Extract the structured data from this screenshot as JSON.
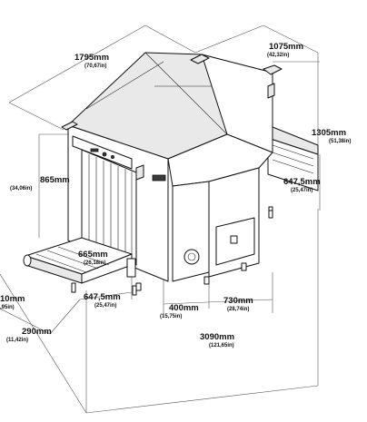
{
  "dimensions": [
    {
      "id": "top-length",
      "mm": "1795mm",
      "inch": "(70,67in)"
    },
    {
      "id": "top-width",
      "mm": "1075mm",
      "inch": "(42,32in)"
    },
    {
      "id": "total-height",
      "mm": "1305mm",
      "inch": "(51,38in)"
    },
    {
      "id": "tunnel-height",
      "mm": "865mm",
      "inch": "(34,06in)"
    },
    {
      "id": "right-conveyor-height",
      "mm": "647,5mm",
      "inch": "(25,47in)"
    },
    {
      "id": "tunnel-width",
      "mm": "665mm",
      "inch": "(26,18in)"
    },
    {
      "id": "left-cut",
      "mm": "10mm",
      "inch": ",95in)"
    },
    {
      "id": "front-conveyor-height",
      "mm": "647,5mm",
      "inch": "(25,47in)"
    },
    {
      "id": "side-depth",
      "mm": "400mm",
      "inch": "(15,75in)"
    },
    {
      "id": "cabinet-width",
      "mm": "730mm",
      "inch": "(28,74in)"
    },
    {
      "id": "conveyor-length",
      "mm": "290mm",
      "inch": "(11,42in)"
    },
    {
      "id": "total-length",
      "mm": "3090mm",
      "inch": "(121,65in)"
    }
  ]
}
